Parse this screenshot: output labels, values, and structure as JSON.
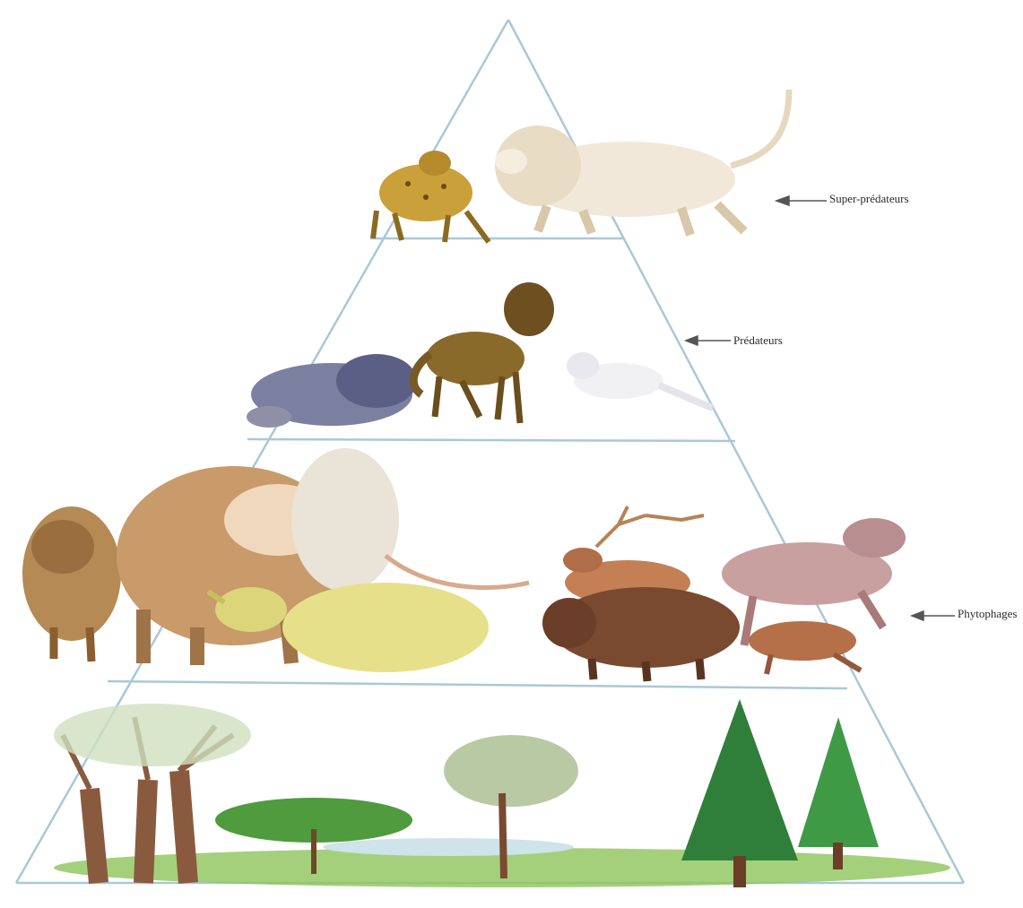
{
  "diagram": {
    "type": "trophic-pyramid",
    "levels": [
      {
        "id": "super",
        "label": "Super-prédateurs",
        "arrow": "left-arrow"
      },
      {
        "id": "pred",
        "label": "Prédateurs",
        "arrow": "left-arrow"
      },
      {
        "id": "phyto",
        "label": "Phytophages",
        "arrow": "left-arrow"
      },
      {
        "id": "plants",
        "label": ""
      }
    ],
    "colors": {
      "pyramid_line": "#a9c8d8",
      "arrow": "#555555",
      "tree_green": "#3f8f3a",
      "grass": "#7fb84a"
    }
  }
}
